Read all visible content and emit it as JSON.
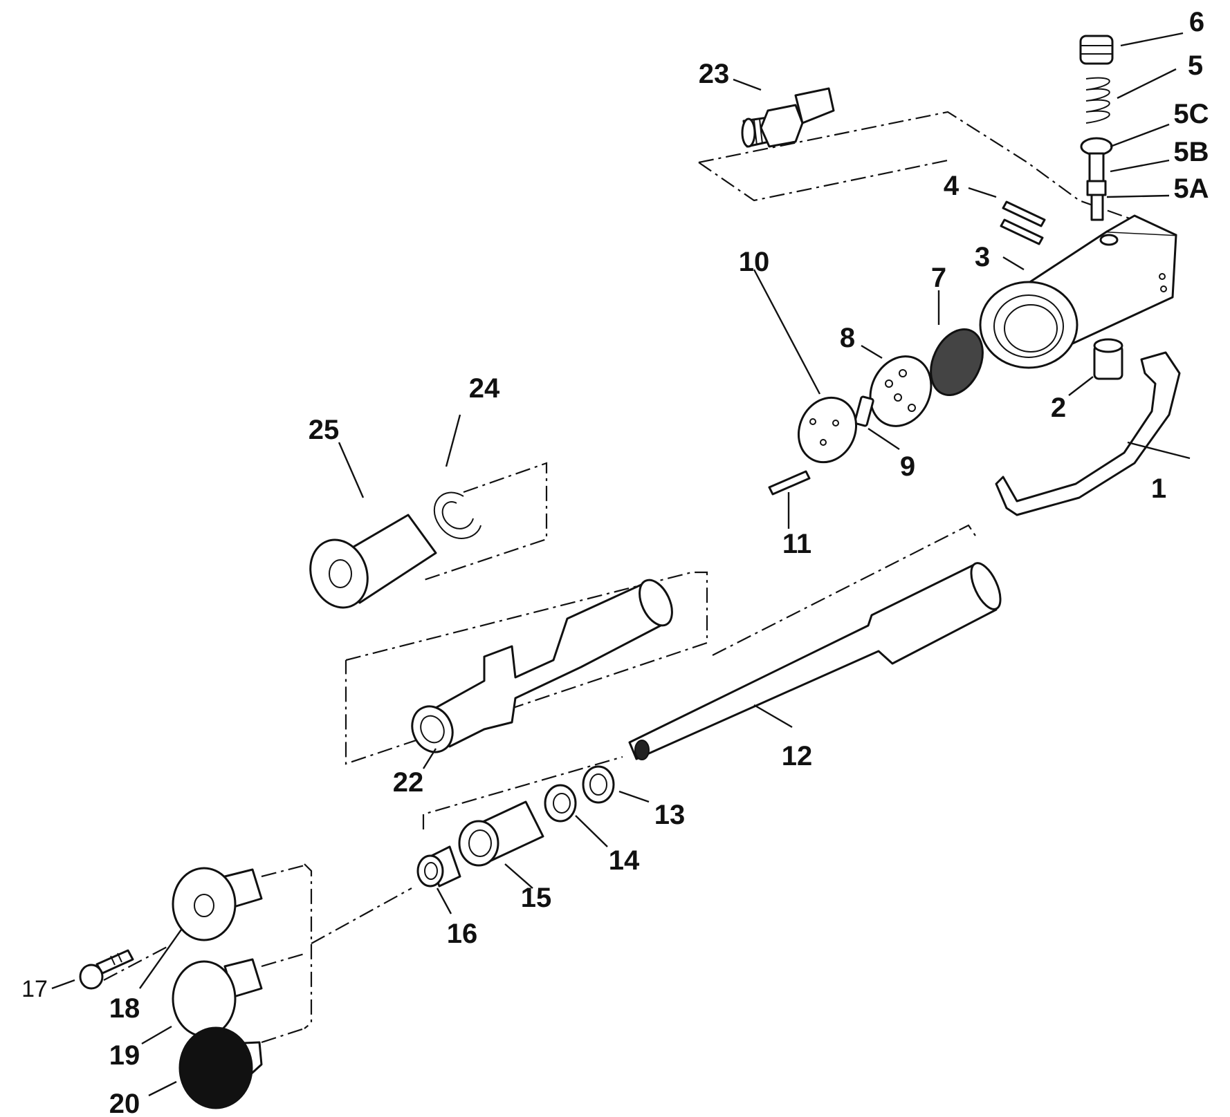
{
  "callouts": [
    {
      "key": "1",
      "text": "1"
    },
    {
      "key": "2",
      "text": "2"
    },
    {
      "key": "3",
      "text": "3"
    },
    {
      "key": "4",
      "text": "4"
    },
    {
      "key": "5",
      "text": "5"
    },
    {
      "key": "5A",
      "text": "5A"
    },
    {
      "key": "5B",
      "text": "5B"
    },
    {
      "key": "5C",
      "text": "5C"
    },
    {
      "key": "6",
      "text": "6"
    },
    {
      "key": "7",
      "text": "7"
    },
    {
      "key": "8",
      "text": "8"
    },
    {
      "key": "9",
      "text": "9"
    },
    {
      "key": "10",
      "text": "10"
    },
    {
      "key": "11",
      "text": "11"
    },
    {
      "key": "12",
      "text": "12"
    },
    {
      "key": "13",
      "text": "13"
    },
    {
      "key": "14",
      "text": "14"
    },
    {
      "key": "15",
      "text": "15"
    },
    {
      "key": "16",
      "text": "16"
    },
    {
      "key": "17",
      "text": "17"
    },
    {
      "key": "18",
      "text": "18"
    },
    {
      "key": "19",
      "text": "19"
    },
    {
      "key": "20",
      "text": "20"
    },
    {
      "key": "22",
      "text": "22"
    },
    {
      "key": "23",
      "text": "23"
    },
    {
      "key": "24",
      "text": "24"
    },
    {
      "key": "25",
      "text": "25"
    }
  ],
  "colors": {
    "ink": "#111111",
    "paper": "#ffffff"
  }
}
